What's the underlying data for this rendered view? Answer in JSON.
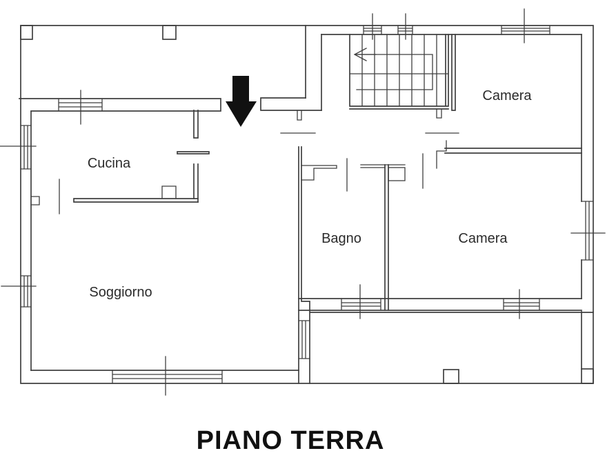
{
  "title": "PIANO TERRA",
  "floor_plan": {
    "rooms": {
      "cucina": {
        "label": "Cucina"
      },
      "soggiorno": {
        "label": "Soggiorno"
      },
      "bagno": {
        "label": "Bagno"
      },
      "camera_top": {
        "label": "Camera"
      },
      "camera_mid": {
        "label": "Camera"
      }
    },
    "icons": {
      "entrance_arrow": "entrance-arrow-icon",
      "stairs_direction_arrow": "stairs-direction-arrow-icon"
    },
    "colors": {
      "wall_line": "#3f3f3f",
      "label_color": "#2b2b2b",
      "arrow_fill": "#111111",
      "title_color": "#111111",
      "background": "#ffffff"
    }
  }
}
